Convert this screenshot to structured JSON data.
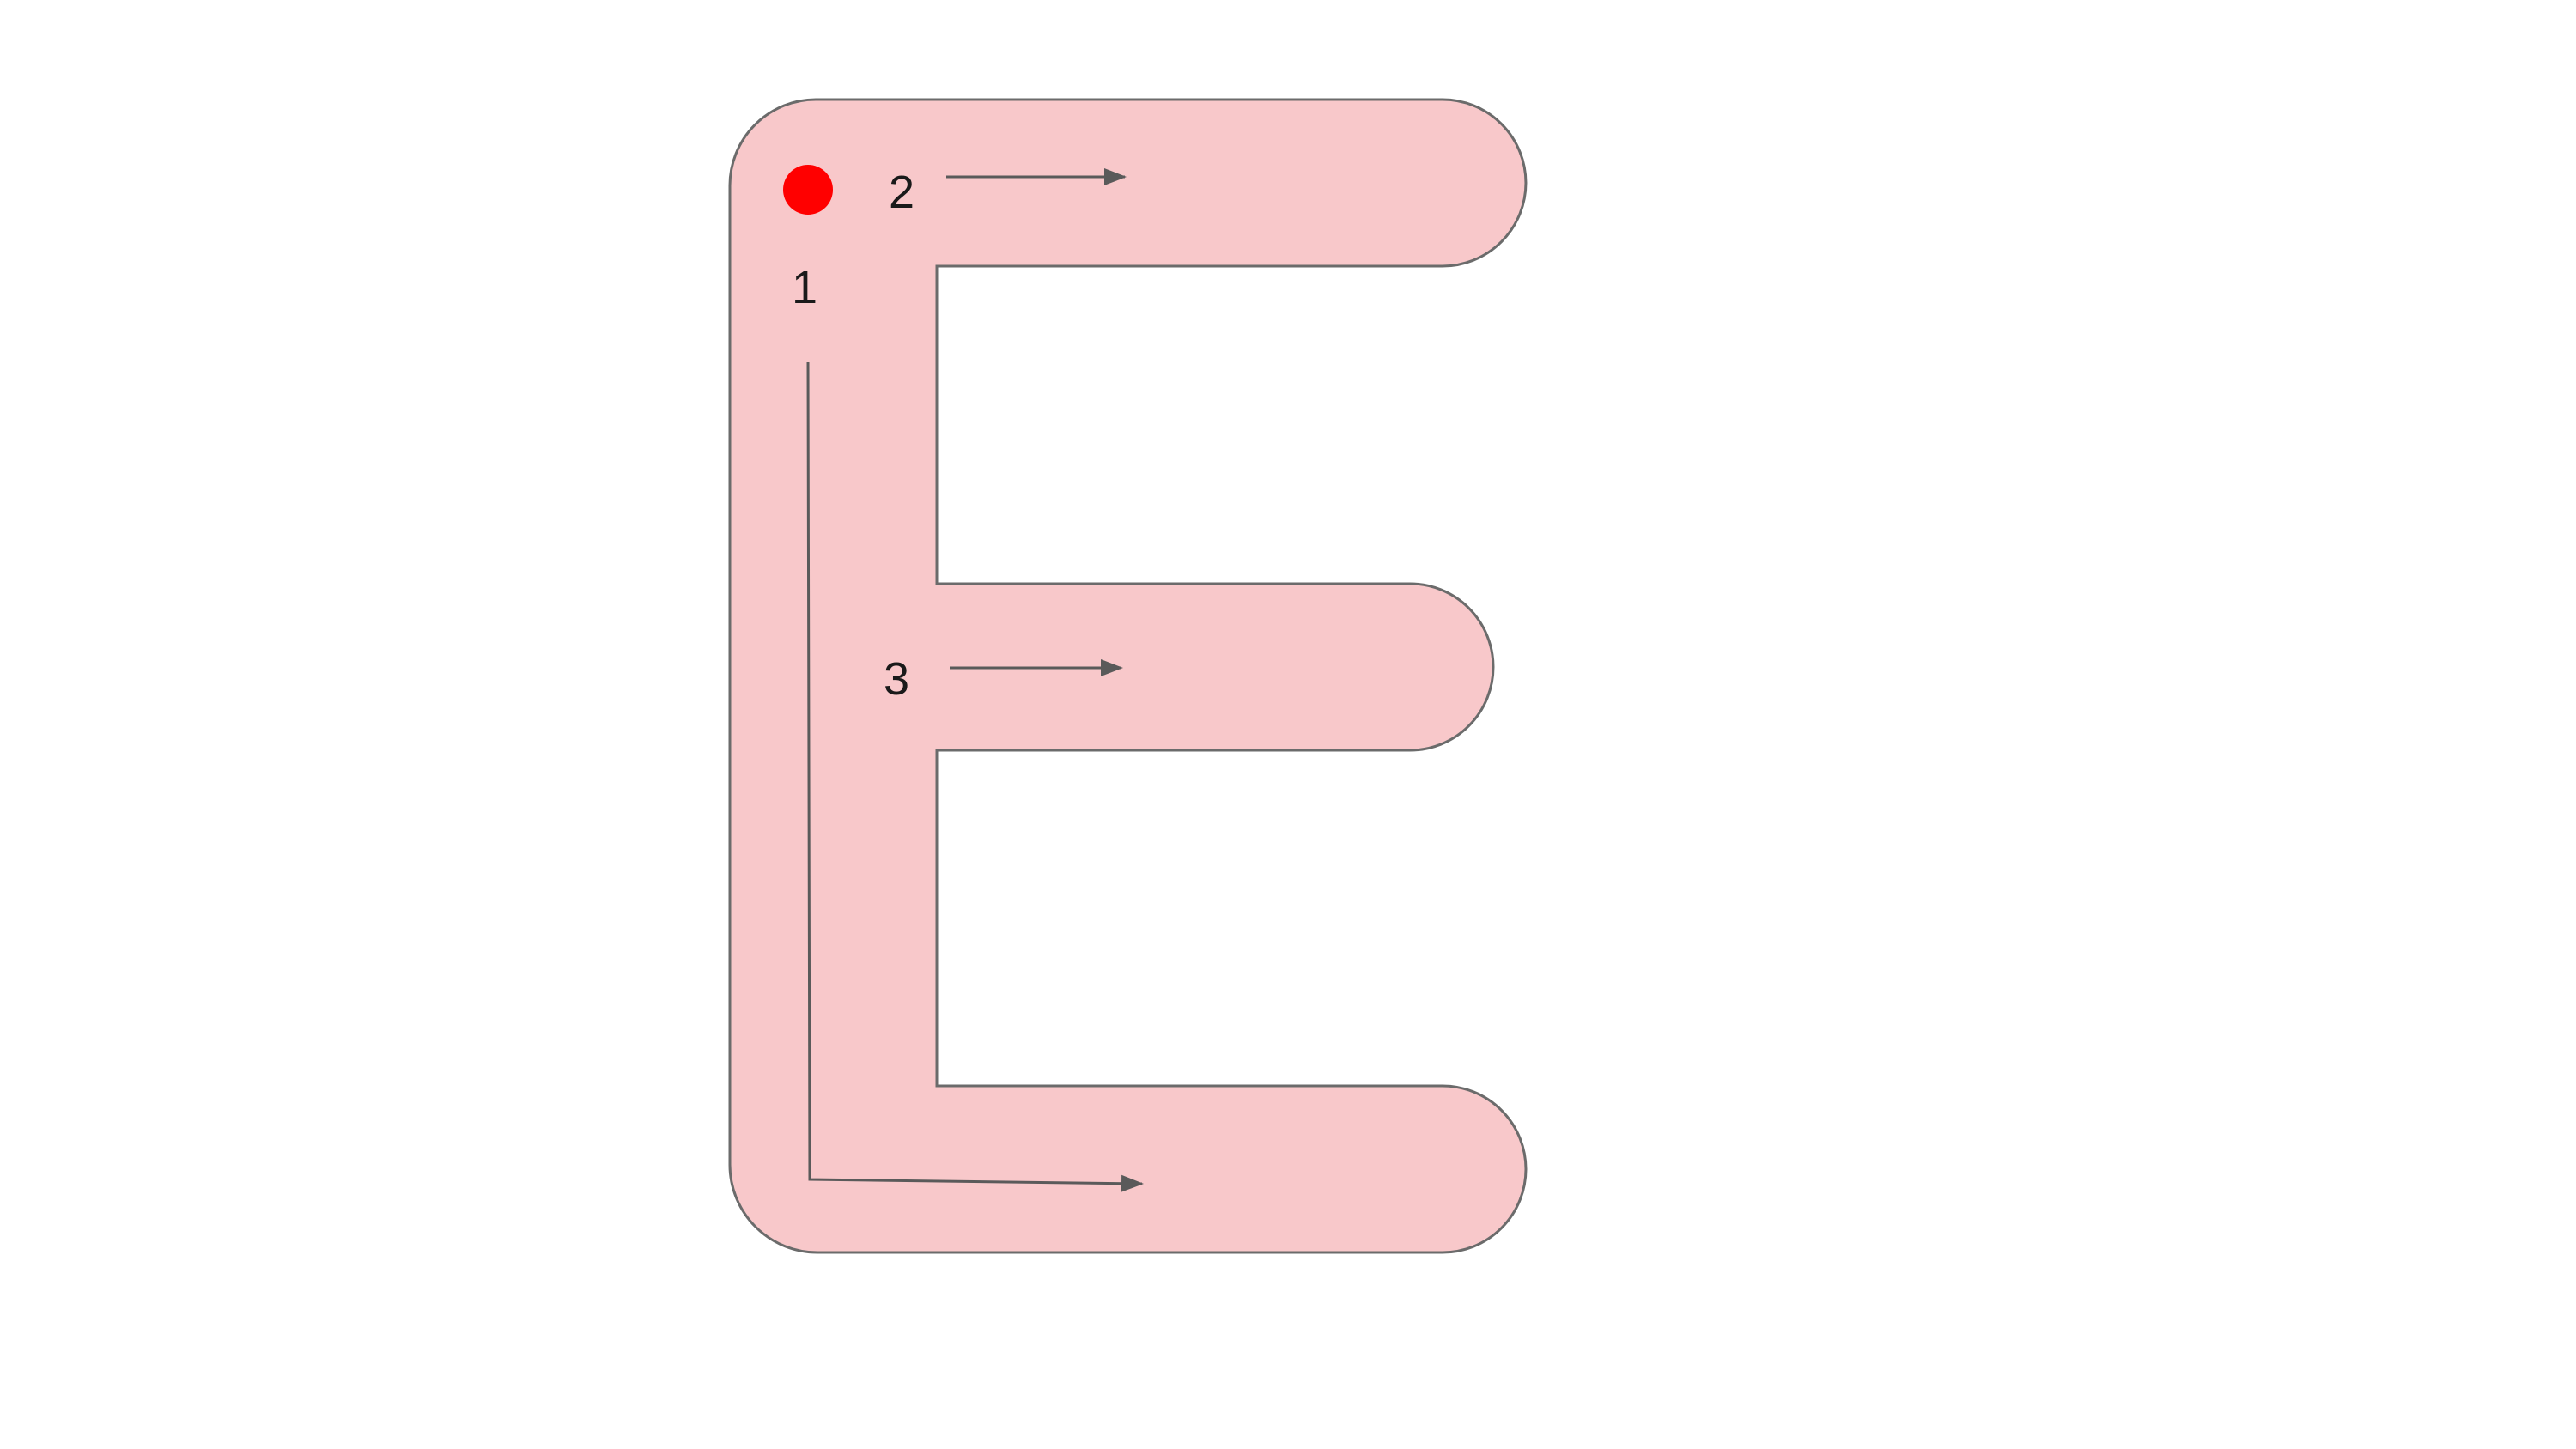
{
  "colors": {
    "background": "#ffffff",
    "letter_fill": "#f8c8ca",
    "letter_stroke": "#6b6b6b",
    "start_dot": "#ff0000",
    "arrow": "#5a5a5a"
  },
  "letter": "E",
  "start_marker": "start-dot",
  "strokes": [
    {
      "number": "1",
      "direction": "down then right"
    },
    {
      "number": "2",
      "direction": "right"
    },
    {
      "number": "3",
      "direction": "right"
    }
  ]
}
